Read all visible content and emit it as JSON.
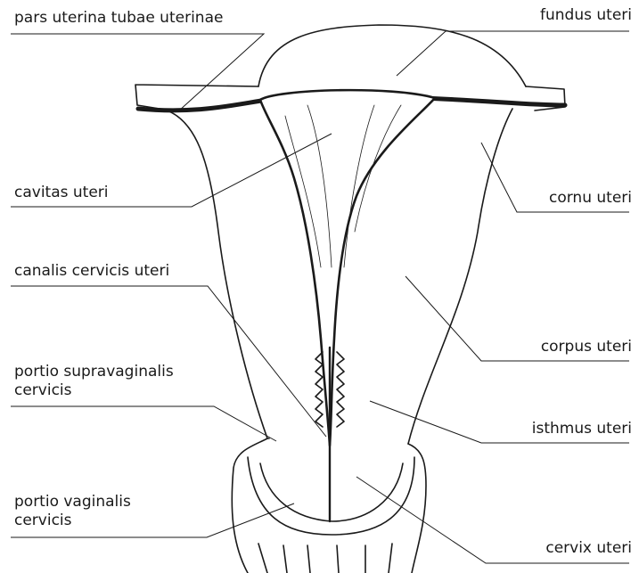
{
  "labels": {
    "pars_uterina": "pars uterina tubae uterinae",
    "fundus": "fundus uteri",
    "cavitas": "cavitas uteri",
    "cornu": "cornu uteri",
    "canalis": "canalis cervicis uteri",
    "corpus": "corpus uteri",
    "portio_supravaginalis": [
      "portio supravaginalis",
      "cervicis"
    ],
    "isthmus": "isthmus uteri",
    "portio_vaginalis": [
      "portio vaginalis",
      "cervicis"
    ],
    "cervix": "cervix uteri"
  }
}
